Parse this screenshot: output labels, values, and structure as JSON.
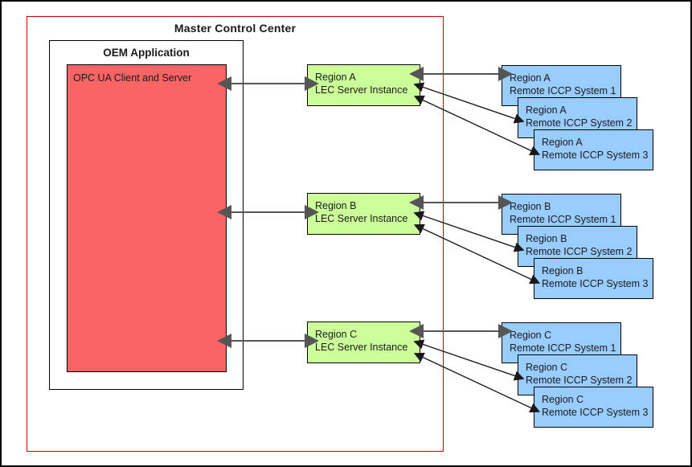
{
  "diagram": {
    "title": "Master Control Center",
    "inner_container_title": "OEM Application",
    "core_component_label": "OPC UA Client and Server",
    "colors": {
      "outer_boundary": "#cc0000",
      "core_component_fill": "#fa6464",
      "lec_server_fill": "#ccff99",
      "remote_iccp_fill": "#99ccff",
      "node_border": "#000000",
      "bidirectional_arrow": "#555555",
      "diagonal_arrow": "#1a1a1a"
    },
    "regions": [
      {
        "id": "region-a",
        "lec": {
          "line1": "Region A",
          "line2": "LEC Server Instance"
        },
        "remotes": [
          {
            "line1": "Region A",
            "line2": "Remote ICCP System 1"
          },
          {
            "line1": "Region A",
            "line2": "Remote ICCP System 2"
          },
          {
            "line1": "Region A",
            "line2": "Remote ICCP System 3"
          }
        ]
      },
      {
        "id": "region-b",
        "lec": {
          "line1": "Region B",
          "line2": "LEC Server Instance"
        },
        "remotes": [
          {
            "line1": "Region B",
            "line2": "Remote ICCP System 1"
          },
          {
            "line1": "Region B",
            "line2": "Remote ICCP System 2"
          },
          {
            "line1": "Region B",
            "line2": "Remote ICCP System 3"
          }
        ]
      },
      {
        "id": "region-c",
        "lec": {
          "line1": "Region C",
          "line2": "LEC Server Instance"
        },
        "remotes": [
          {
            "line1": "Region C",
            "line2": "Remote ICCP System 1"
          },
          {
            "line1": "Region C",
            "line2": "Remote ICCP System 2"
          },
          {
            "line1": "Region C",
            "line2": "Remote ICCP System 3"
          }
        ]
      }
    ]
  }
}
